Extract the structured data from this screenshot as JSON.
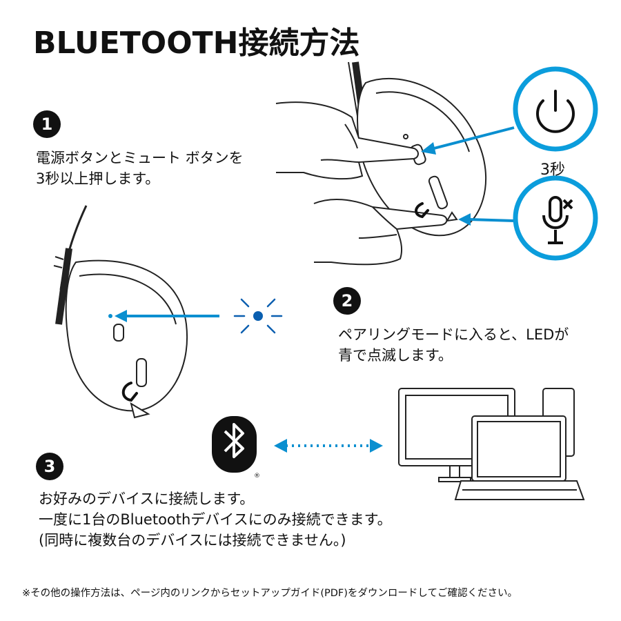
{
  "title": "BLUETOOTH接続方法",
  "steps": [
    {
      "number": "1",
      "text": "電源ボタンとミュート ボタンを\n3秒以上押します。"
    },
    {
      "number": "2",
      "text": "ペアリングモードに入ると、LEDが\n青で点滅します。"
    },
    {
      "number": "3",
      "text": "お好みのデバイスに接続します。\n一度に1台のBluetoothデバイスにのみ接続できます。\n(同時に複数台のデバイスには接続できません。)"
    }
  ],
  "duration_label": "3秒",
  "footnote": "※その他の操作方法は、ページ内のリンクからセットアップガイド(PDF)をダウンロードしてご確認ください。",
  "icons": [
    "power-icon",
    "mic-mute-icon",
    "bluetooth-icon",
    "led-blink-icon",
    "computer-devices-icon",
    "logitech-g-logo"
  ],
  "colors": {
    "accent_blue": "#0a8fd0",
    "icon_circle_blue": "#0b9ddc",
    "text": "#111111"
  }
}
